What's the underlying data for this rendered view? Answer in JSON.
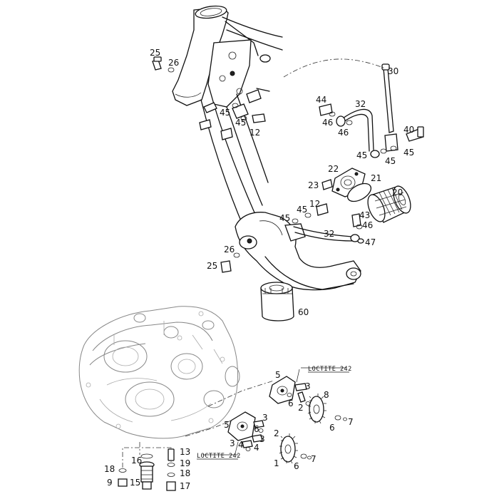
{
  "callouts": [
    {
      "id": "c25a",
      "text": "25"
    },
    {
      "id": "c26a",
      "text": "26"
    },
    {
      "id": "c30",
      "text": "30"
    },
    {
      "id": "c44",
      "text": "44"
    },
    {
      "id": "c32a",
      "text": "32"
    },
    {
      "id": "c46a",
      "text": "46"
    },
    {
      "id": "c46b",
      "text": "46"
    },
    {
      "id": "c45a",
      "text": "45"
    },
    {
      "id": "c45b",
      "text": "45"
    },
    {
      "id": "c12a",
      "text": "12"
    },
    {
      "id": "c40",
      "text": "40"
    },
    {
      "id": "c45c",
      "text": "45"
    },
    {
      "id": "c45d",
      "text": "45"
    },
    {
      "id": "c45e",
      "text": "45"
    },
    {
      "id": "c22",
      "text": "22"
    },
    {
      "id": "c21",
      "text": "21"
    },
    {
      "id": "c23",
      "text": "23"
    },
    {
      "id": "c20",
      "text": "20"
    },
    {
      "id": "c12b",
      "text": "12"
    },
    {
      "id": "c45f",
      "text": "45"
    },
    {
      "id": "c45g",
      "text": "45"
    },
    {
      "id": "c43",
      "text": "43"
    },
    {
      "id": "c46c",
      "text": "46"
    },
    {
      "id": "c32b",
      "text": "32"
    },
    {
      "id": "c47",
      "text": "47"
    },
    {
      "id": "c26b",
      "text": "26"
    },
    {
      "id": "c25b",
      "text": "25"
    },
    {
      "id": "c60",
      "text": "60"
    },
    {
      "id": "c5a",
      "text": "5"
    },
    {
      "id": "c3a",
      "text": "3"
    },
    {
      "id": "c8",
      "text": "8"
    },
    {
      "id": "c6a",
      "text": "6"
    },
    {
      "id": "c2a",
      "text": "2"
    },
    {
      "id": "c6b",
      "text": "6"
    },
    {
      "id": "c7a",
      "text": "7"
    },
    {
      "id": "c3b",
      "text": "3"
    },
    {
      "id": "c5b",
      "text": "5"
    },
    {
      "id": "c6c",
      "text": "6"
    },
    {
      "id": "c2b",
      "text": "2"
    },
    {
      "id": "c3c",
      "text": "3"
    },
    {
      "id": "c4a",
      "text": "4"
    },
    {
      "id": "c3d",
      "text": "3"
    },
    {
      "id": "c4b",
      "text": "4"
    },
    {
      "id": "c1",
      "text": "1"
    },
    {
      "id": "c6d",
      "text": "6"
    },
    {
      "id": "c7b",
      "text": "7"
    },
    {
      "id": "c16",
      "text": "16"
    },
    {
      "id": "c13",
      "text": "13"
    },
    {
      "id": "c19",
      "text": "19"
    },
    {
      "id": "c18a",
      "text": "18"
    },
    {
      "id": "c18b",
      "text": "18"
    },
    {
      "id": "c9",
      "text": "9"
    },
    {
      "id": "c15",
      "text": "15"
    },
    {
      "id": "c17",
      "text": "17"
    }
  ],
  "notes": [
    {
      "id": "n1",
      "text": "LOCTITE 242"
    },
    {
      "id": "n2",
      "text": "LOCTITE 242"
    }
  ]
}
